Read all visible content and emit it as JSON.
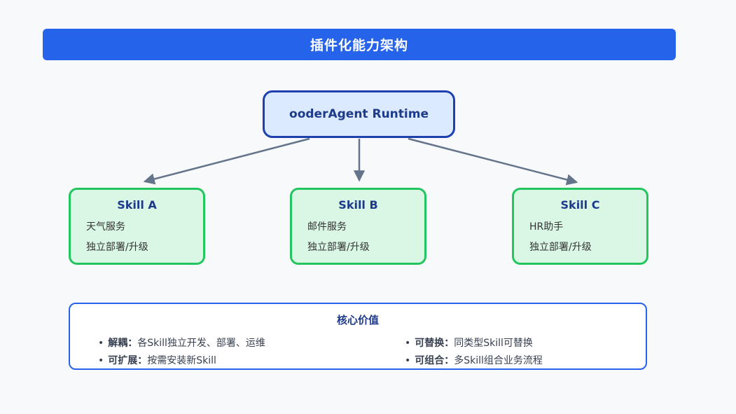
{
  "page": {
    "background_color": "#f8f9fa"
  },
  "header": {
    "title": "插件化能力架构",
    "background_color": "#2563eb",
    "text_color": "#ffffff"
  },
  "runtime": {
    "label": "ooderAgent Runtime",
    "fill_color": "#dbeafe",
    "border_color": "#1e40af",
    "text_color": "#1e3a8a"
  },
  "arrows": {
    "color": "#64748b"
  },
  "skill_style": {
    "fill_color": "#d9f7e4",
    "border_color": "#22c55e",
    "title_color": "#1e3a8a",
    "body_color": "#333333"
  },
  "skills": [
    {
      "title": "Skill A",
      "lines": [
        "天气服务",
        "独立部署/升级"
      ]
    },
    {
      "title": "Skill B",
      "lines": [
        "邮件服务",
        "独立部署/升级"
      ]
    },
    {
      "title": "Skill C",
      "lines": [
        "HR助手",
        "独立部署/升级"
      ]
    }
  ],
  "values": {
    "title": "核心价值",
    "border_color": "#2563eb",
    "title_color": "#1e3a8a",
    "bullet_char": "•",
    "items_left": [
      {
        "label": "解耦：",
        "text": "各Skill独立开发、部署、运维"
      },
      {
        "label": "可扩展：",
        "text": "按需安装新Skill"
      }
    ],
    "items_right": [
      {
        "label": "可替换：",
        "text": "同类型Skill可替换"
      },
      {
        "label": "可组合：",
        "text": "多Skill组合业务流程"
      }
    ]
  }
}
